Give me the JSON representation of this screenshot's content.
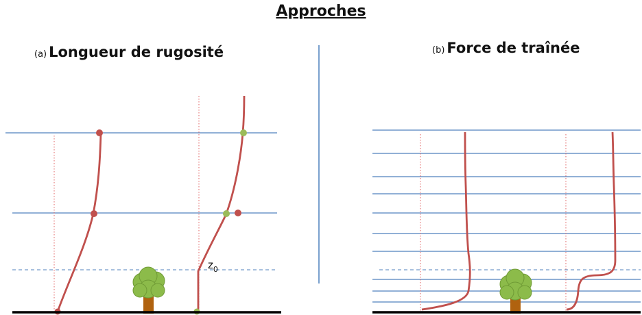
{
  "title": "Approches",
  "panel_a": {
    "tag": "(a)",
    "title": "Longueur de rugosité",
    "z0_label": "z",
    "z0_sub": "0"
  },
  "panel_b": {
    "tag": "(b)",
    "title": "Force de traînée"
  },
  "colors": {
    "profile_line": "#c0504d",
    "level_line": "#4f81bd",
    "red_dot": "#c0504d",
    "green_dot": "#9bbb59",
    "ground": "#000000",
    "tree_canopy": "#8cbb4a",
    "tree_trunk": "#b0620f",
    "divider": "#4f81bd"
  },
  "icons": {
    "tree": "tree-icon"
  }
}
